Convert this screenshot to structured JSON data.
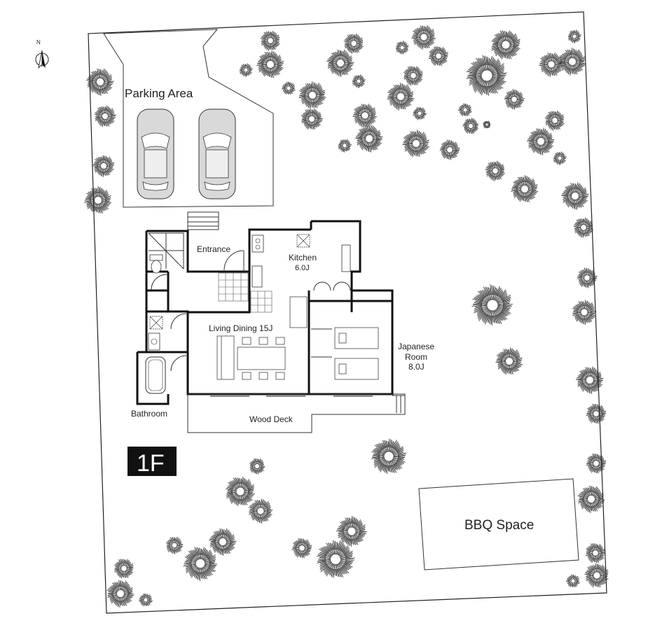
{
  "floor_badge": "1F",
  "compass": {
    "letter": "N"
  },
  "areas": {
    "parking": "Parking Area",
    "entrance": "Entrance",
    "kitchen_name": "Kitchen",
    "kitchen_size": "6.0J",
    "living": "Living Dining 15J",
    "japanese_line1": "Japanese",
    "japanese_line2": "Room",
    "japanese_size": "8.0J",
    "bathroom": "Bathroom",
    "wood_deck": "Wood Deck",
    "bbq": "BBQ Space"
  },
  "colors": {
    "ink": "#111111",
    "badge_bg": "#111111",
    "badge_fg": "#ffffff",
    "car_fill": "#d9d9d9"
  },
  "icons": [
    "compass-icon",
    "car-icon",
    "tree-icon",
    "sink-icon",
    "toilet-icon",
    "bathtub-icon",
    "stove-icon",
    "futon-icon"
  ]
}
